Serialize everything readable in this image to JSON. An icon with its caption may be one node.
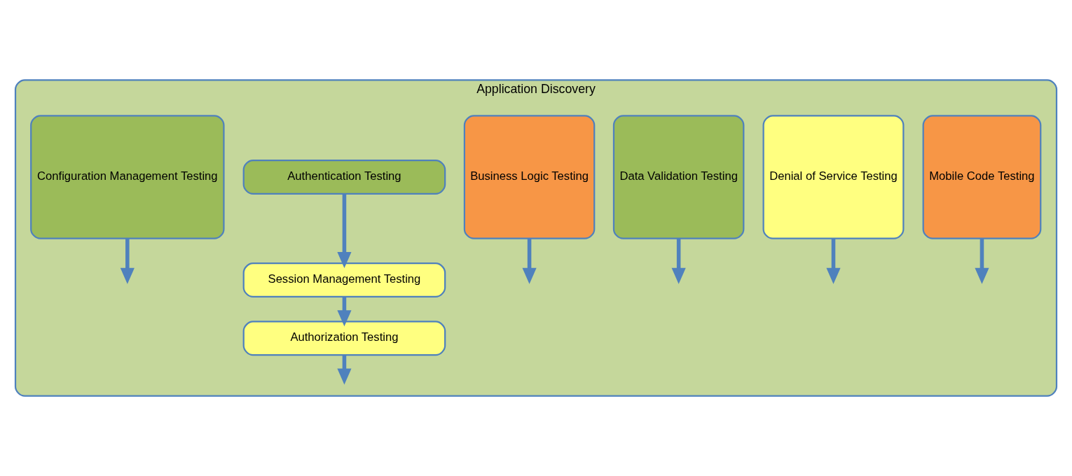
{
  "diagram": {
    "nodes": [
      {
        "text": [
          "Application Discovery"
        ]
      },
      {
        "text": [
          "Configuration Management Testing"
        ],
        "in": 0
      },
      {
        "text": [
          "Authentication Testing"
        ],
        "in": 0
      },
      {
        "text": [
          "Session Management Testing"
        ],
        "in": 0
      },
      {
        "text": [
          "Authorization Testing"
        ],
        "in": 0
      },
      {
        "text": [
          "Business Logic Testing"
        ],
        "in": 0
      },
      {
        "text": [
          "Data Validation Testing"
        ],
        "in": 0
      },
      {
        "text": [
          "Denial of Service Testing"
        ],
        "in": 0
      },
      {
        "text": [
          "Mobile Code Testing"
        ],
        "in": 0
      }
    ],
    "edges": [
      {
        "from": 2,
        "to": 3,
        "arrow": "to"
      },
      {
        "from": 3,
        "to": 4,
        "arrow": "to"
      },
      {
        "from": 1,
        "to": null,
        "arrow": "to"
      },
      {
        "from": 4,
        "to": null,
        "arrow": "to"
      },
      {
        "from": 5,
        "to": null,
        "arrow": "to"
      },
      {
        "from": 6,
        "to": null,
        "arrow": "to"
      },
      {
        "from": 7,
        "to": null,
        "arrow": "to"
      },
      {
        "from": 8,
        "to": null,
        "arrow": "to"
      }
    ]
  }
}
